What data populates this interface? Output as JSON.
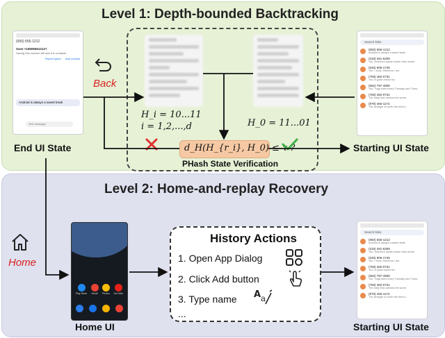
{
  "level1": {
    "title": "Level 1: Depth-bounded Backtracking",
    "back_label": "Back",
    "hi_formula": "H_i = 10...11",
    "i_range": "i = 1,2,...,d",
    "h0_formula": "H_0 = 11...01",
    "verify_expr": "d_H(H_{r_i}, H_0) ≤ τ ?",
    "verify_label": "PHash State Verification",
    "end_state_label": "End UI State",
    "start_state_label": "Starting UI State",
    "end_phone": {
      "contact_number": "(650) 555-1212",
      "save_prompt": "Save +16505551212?",
      "saving_note": "Saving this number will add it to contacts",
      "report_spam": "Report spam",
      "add_contact": "Add contact",
      "message_text": "Android is always a sweet treat!",
      "message_placeholder": "Text message"
    },
    "start_phone": {
      "search_placeholder": "Search links",
      "entries": [
        {
          "name": "(650) 555-1212",
          "preview": "Android is always a sweet treat!"
        },
        {
          "name": "(319) 281-5309",
          "preview": "You: Andrew's speak louder than words"
        },
        {
          "name": "(545) 906-1746",
          "preview": "You: I think, therefore I am."
        },
        {
          "name": "(759) 482-0731",
          "preview": "You: A quick brown fox."
        },
        {
          "name": "(662) 797-4906",
          "preview": "You: Yoga does every Tuesday and Thurs..."
        },
        {
          "name": "(759) 482-0731",
          "preview": "The early bird catches the worm."
        },
        {
          "name": "(979) 466-1174",
          "preview": "The stranger is worth the bird in..."
        }
      ]
    }
  },
  "level2": {
    "title": "Level 2: Home-and-replay Recovery",
    "home_label": "Home",
    "home_ui_label": "Home UI",
    "start_state_label": "Starting UI State",
    "history": {
      "title": "History Actions",
      "items": [
        "1. Open App Dialog",
        "2. Click Add button",
        "3. Type name",
        "..."
      ]
    },
    "home_apps": [
      "Play Store",
      "Gmail",
      "Photos",
      "YouTube"
    ]
  },
  "colors": {
    "level1_bg": "#e6f1d6",
    "level2_bg": "#dfe1ef",
    "cross": "#e03030",
    "check": "#3cb043",
    "verify_bg": "#f6c9a4"
  }
}
